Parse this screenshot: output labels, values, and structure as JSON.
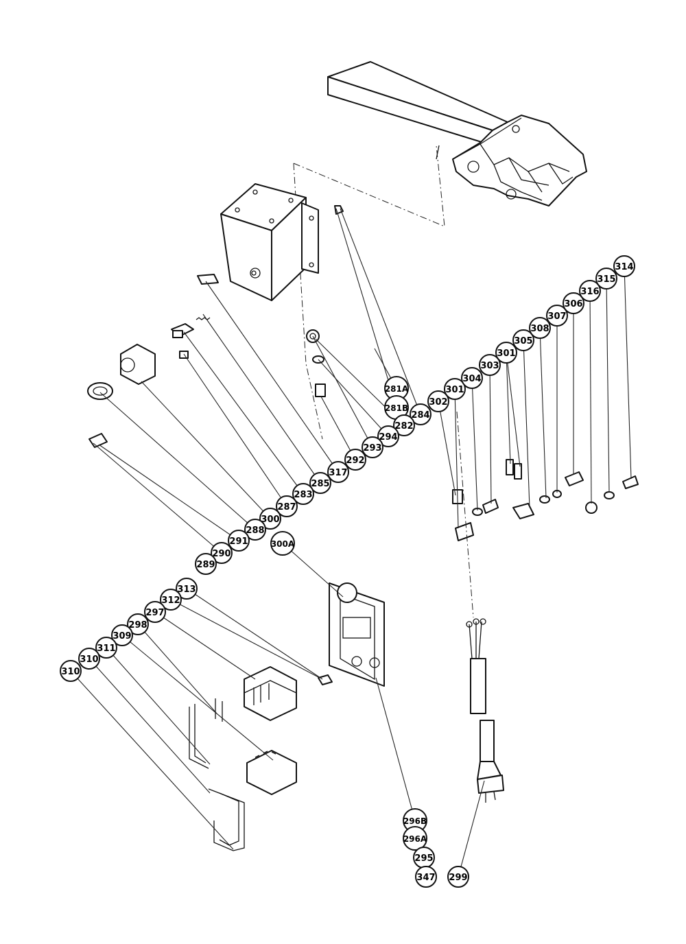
{
  "callouts": [
    {
      "id": "281A",
      "label": "281A"
    },
    {
      "id": "281B",
      "label": "281B"
    },
    {
      "id": "284",
      "label": "284"
    },
    {
      "id": "282",
      "label": "282"
    },
    {
      "id": "294",
      "label": "294"
    },
    {
      "id": "293",
      "label": "293"
    },
    {
      "id": "292",
      "label": "292"
    },
    {
      "id": "317",
      "label": "317"
    },
    {
      "id": "285",
      "label": "285"
    },
    {
      "id": "283",
      "label": "283"
    },
    {
      "id": "287",
      "label": "287"
    },
    {
      "id": "300",
      "label": "300"
    },
    {
      "id": "288",
      "label": "288"
    },
    {
      "id": "291",
      "label": "291"
    },
    {
      "id": "290",
      "label": "290"
    },
    {
      "id": "289",
      "label": "289"
    },
    {
      "id": "300A",
      "label": "300A"
    },
    {
      "id": "313",
      "label": "313"
    },
    {
      "id": "312",
      "label": "312"
    },
    {
      "id": "297",
      "label": "297"
    },
    {
      "id": "298",
      "label": "298"
    },
    {
      "id": "309",
      "label": "309"
    },
    {
      "id": "311",
      "label": "311"
    },
    {
      "id": "310b",
      "label": "310"
    },
    {
      "id": "310a",
      "label": "310"
    },
    {
      "id": "302",
      "label": "302"
    },
    {
      "id": "301a",
      "label": "301"
    },
    {
      "id": "304",
      "label": "304"
    },
    {
      "id": "303",
      "label": "303"
    },
    {
      "id": "301b",
      "label": "301"
    },
    {
      "id": "305",
      "label": "305"
    },
    {
      "id": "308",
      "label": "308"
    },
    {
      "id": "307",
      "label": "307"
    },
    {
      "id": "306",
      "label": "306"
    },
    {
      "id": "316",
      "label": "316"
    },
    {
      "id": "315",
      "label": "315"
    },
    {
      "id": "314",
      "label": "314"
    },
    {
      "id": "296B",
      "label": "296B"
    },
    {
      "id": "296A",
      "label": "296A"
    },
    {
      "id": "295",
      "label": "295"
    },
    {
      "id": "347",
      "label": "347"
    },
    {
      "id": "299",
      "label": "299"
    }
  ]
}
